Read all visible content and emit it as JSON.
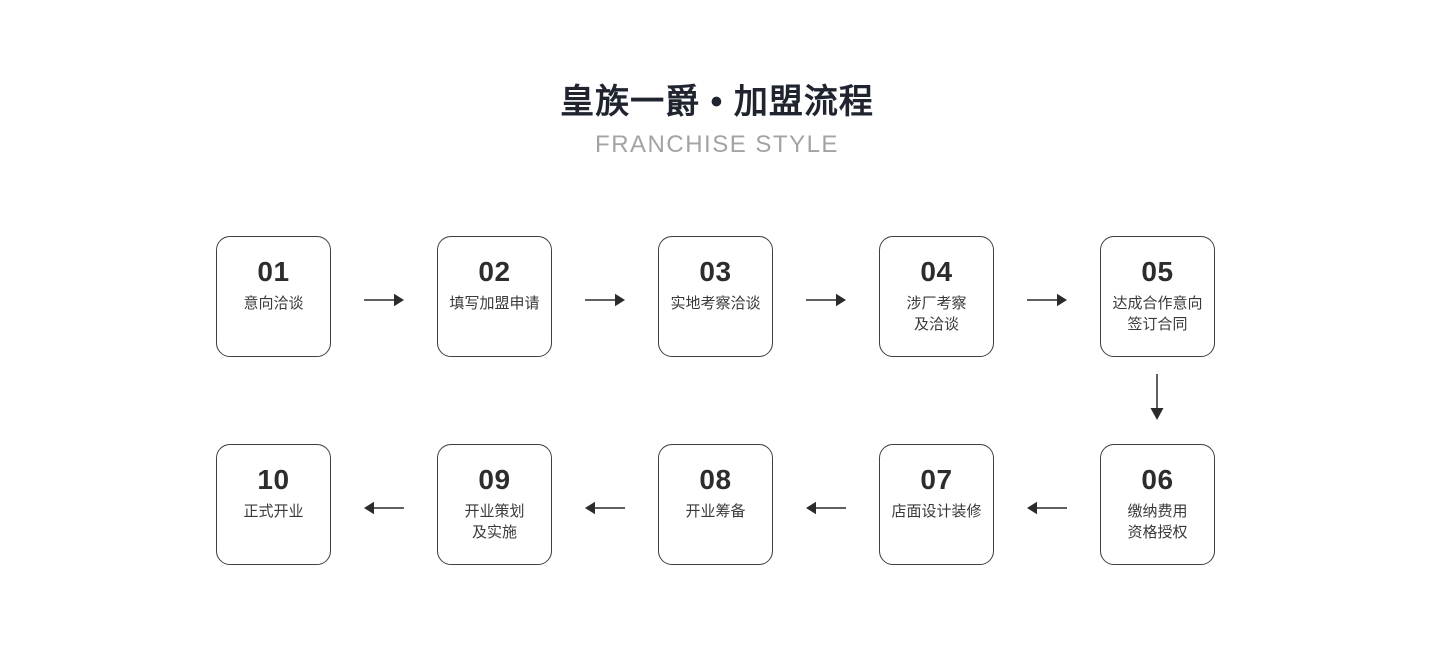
{
  "header": {
    "title": "皇族一爵 • 加盟流程",
    "subtitle": "FRANCHISE STYLE"
  },
  "flow": {
    "rows": [
      {
        "direction": "left-to-right",
        "steps": [
          {
            "number": "01",
            "label_lines": [
              "意向洽谈"
            ]
          },
          {
            "number": "02",
            "label_lines": [
              "填写加盟申请"
            ]
          },
          {
            "number": "03",
            "label_lines": [
              "实地考察洽谈"
            ]
          },
          {
            "number": "04",
            "label_lines": [
              "涉厂考察",
              "及洽谈"
            ]
          },
          {
            "number": "05",
            "label_lines": [
              "达成合作意向",
              "签订合同"
            ]
          }
        ]
      },
      {
        "direction": "right-to-left",
        "steps": [
          {
            "number": "10",
            "label_lines": [
              "正式开业"
            ]
          },
          {
            "number": "09",
            "label_lines": [
              "开业策划",
              "及实施"
            ]
          },
          {
            "number": "08",
            "label_lines": [
              "开业筹备"
            ]
          },
          {
            "number": "07",
            "label_lines": [
              "店面设计装修"
            ]
          },
          {
            "number": "06",
            "label_lines": [
              "缴纳费用",
              "资格授权"
            ]
          }
        ]
      }
    ]
  },
  "icons": {
    "arrow_right": "→",
    "arrow_left": "←",
    "arrow_down": "↓"
  },
  "colors": {
    "background": "#ffffff",
    "title": "#1f242e",
    "subtitle": "#a3a3a3",
    "box_border": "#3f3f3f",
    "step_number": "#2d2d2d",
    "step_label": "#3a3a3a",
    "arrow": "#2b2b2b"
  }
}
